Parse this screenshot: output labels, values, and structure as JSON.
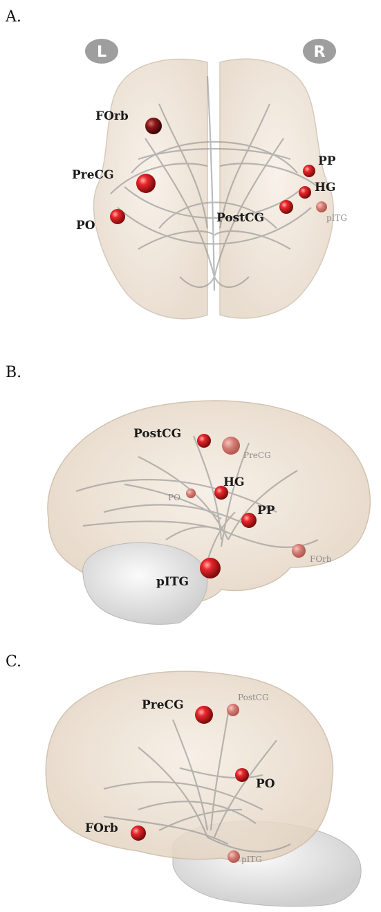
{
  "panels": [
    {
      "letter": "A.",
      "hemisphere_badges": {
        "left": "L",
        "right": "R"
      },
      "labels": {
        "forb": "FOrb",
        "precg": "PreCG",
        "po": "PO",
        "pp": "PP",
        "hg": "HG",
        "postcg": "PostCG",
        "pitg": "pITG"
      }
    },
    {
      "letter": "B.",
      "labels": {
        "postcg": "PostCG",
        "precg": "PreCG",
        "po": "PO",
        "hg": "HG",
        "pp": "PP",
        "forb": "FOrb",
        "pitg": "pITG"
      }
    },
    {
      "letter": "C.",
      "labels": {
        "precg": "PreCG",
        "postcg": "PostCG",
        "po": "PO",
        "forb": "FOrb",
        "pitg": "pITG"
      }
    }
  ],
  "colors": {
    "node": "#d81e1e",
    "node_dark": "#7a0b0b",
    "brain_fill": "#efe4d6",
    "fiber": "#9a9a9a",
    "badge": "#9e9e9e"
  }
}
